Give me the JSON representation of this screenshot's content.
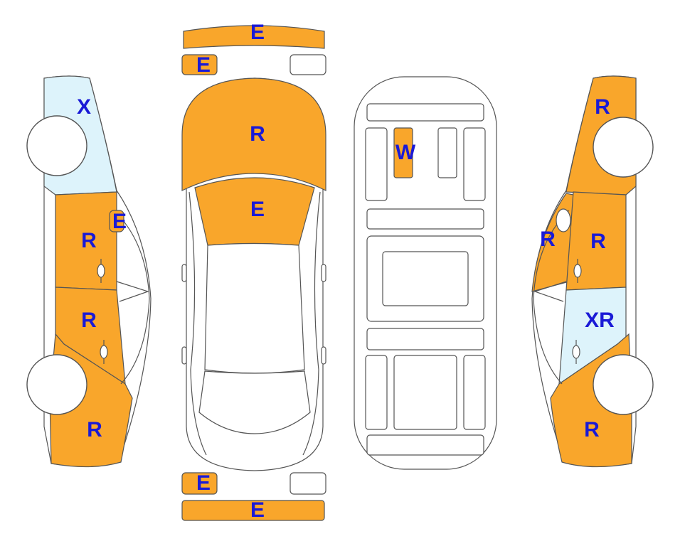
{
  "colors": {
    "damaged_fill": "#f9a62b",
    "replaced_fill": "#ddf3fb",
    "outline": "#555555",
    "label": "#1a1ad6",
    "body_fill": "#ffffff"
  },
  "labels": {
    "front_bumper_strip": "E",
    "front_left_light": "E",
    "hood": "R",
    "windshield": "E",
    "left_front_fender": "X",
    "left_front_door": "R",
    "left_mirror": "E",
    "left_rear_door": "R",
    "left_rear_quarter": "R",
    "interior_floor": "W",
    "right_front_fender": "R",
    "right_mirror": "R",
    "right_front_door": "R",
    "right_rear_door": "XR",
    "right_rear_quarter": "R",
    "rear_left_light": "E",
    "rear_bumper_strip": "E"
  }
}
